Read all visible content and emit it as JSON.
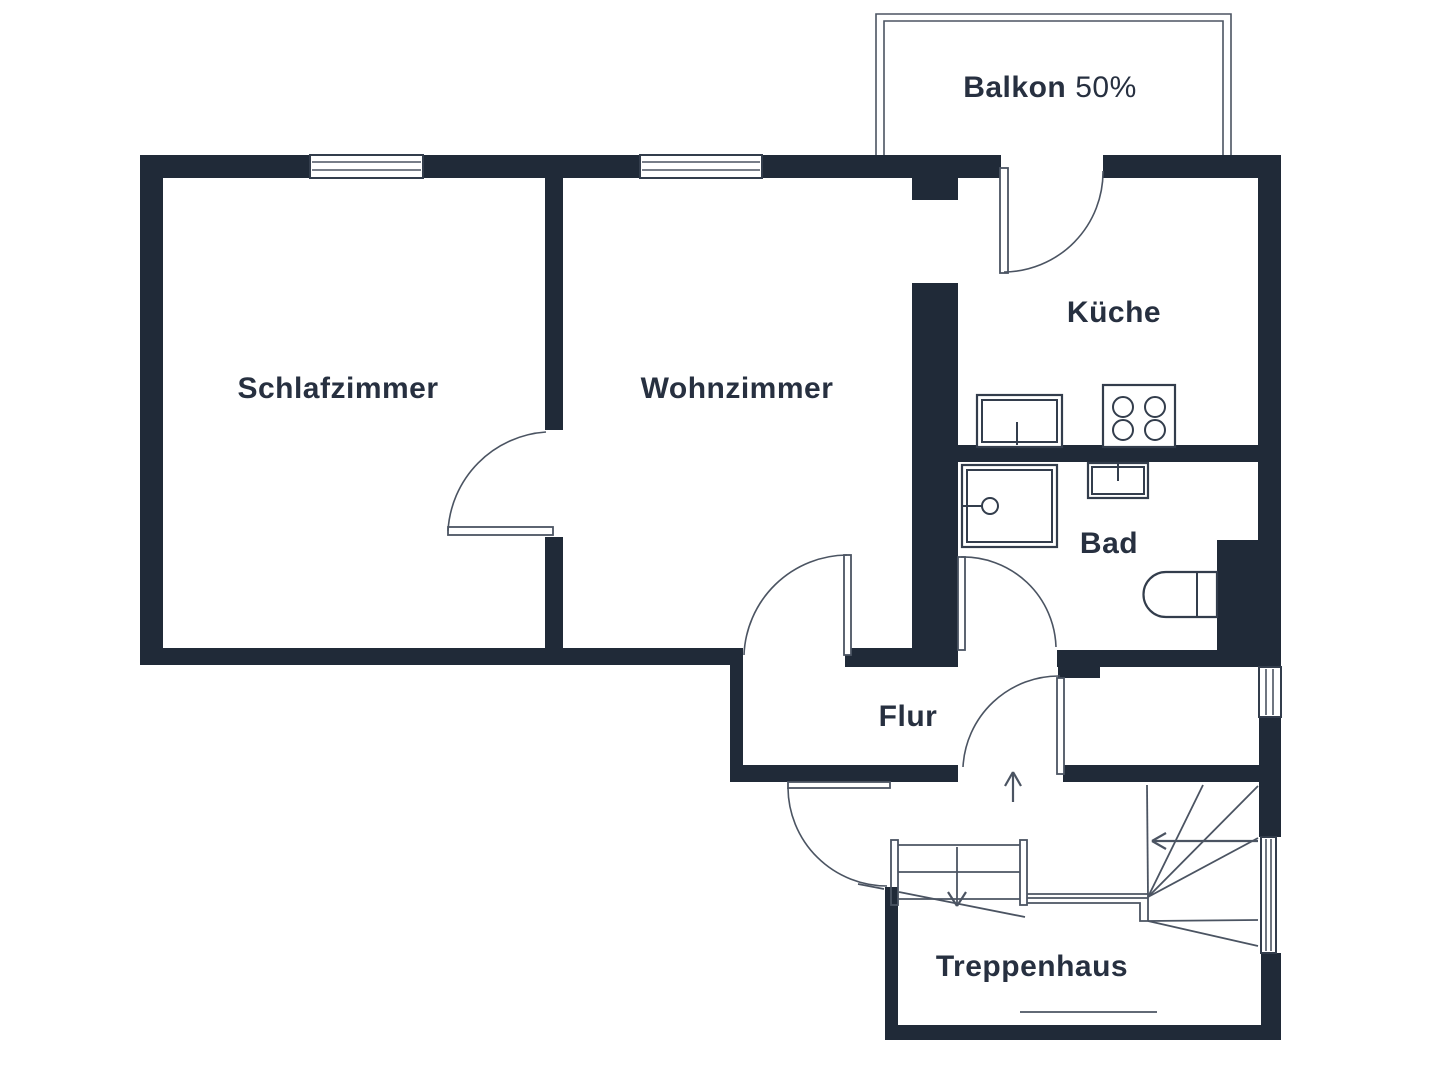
{
  "colors": {
    "bg": "#ffffff",
    "wall": "#202a38",
    "line": "#4b5462",
    "fixture": "#333d4c",
    "text": "#273040"
  },
  "labels": {
    "balkon": "Balkon",
    "balkon_share": "50%",
    "schlafzimmer": "Schlafzimmer",
    "wohnzimmer": "Wohnzimmer",
    "kueche": "Küche",
    "bad": "Bad",
    "flur": "Flur",
    "treppenhaus": "Treppenhaus"
  },
  "fixtures": [
    "kitchen-sink",
    "stove-4-burners",
    "shower-tray",
    "washbasin",
    "toilet",
    "straight-stair-flight",
    "winder-stairs",
    "balcony-railing"
  ]
}
